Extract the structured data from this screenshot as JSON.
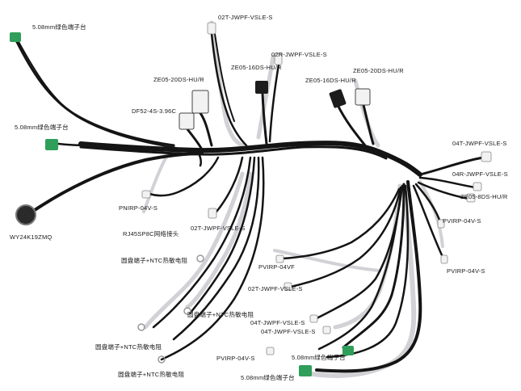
{
  "labels": {
    "tb_508_top": "5.08mm绿色端子台",
    "c_02t_top": "02T-JWPF-VSLE-S",
    "c_02r": "02R-JWPF-VSLE-S",
    "c_ze05_16_left": "ZE05-16DS-HU/R",
    "c_ze05_20_left": "ZE05-20DS-HU/R",
    "c_ze05_20_right": "ZE05-20DS-HU/R",
    "c_ze05_16_right": "ZE05-16DS-HU/R",
    "c_df52": "DF52-4S-3.96C",
    "tb_508_left": "5.08mm绿色端子台",
    "c_04t_right": "04T-JWPF-VSLE-S",
    "c_04r_right": "04R-JWPF-VSLE-S",
    "c_ze05_8": "ZE05-8DS-HU/R",
    "c_pvirp_right_a": "PVIRP-04V-S",
    "c_pvirp_right_b": "PVIRP-04V-S",
    "c_pnirp": "PNIRP-04V-S",
    "c_rj45": "RJ45SP8C网络接头",
    "c_wy": "WY24K19ZMQ",
    "c_02t_mid": "02T-JWPF-VSLE-S",
    "ntc_1": "圆盘端子+NTC热敏电阻",
    "ntc_2": "圆盘端子+NTC热敏电阻",
    "ntc_3": "圆盘端子+NTC热敏电阻",
    "ntc_4": "圆盘端子+NTC热敏电阻",
    "c_pvirp_04vf": "PVIRP-04VF",
    "c_02t_low": "02T-JWPF-VSLE-S",
    "c_04t_low_a": "04T-JWPF-VSLE-S",
    "c_04t_low_b": "04T-JWPF-VSLE-S",
    "c_pvirp_bottom": "PVIRP-04V-S",
    "tb_508_bottom_a": "5.08mm绿色端子台",
    "tb_508_bottom_b": "5.08mm绿色端子台"
  },
  "colors": {
    "wire": "#141414",
    "sleeve": "#c9c9cf",
    "terminal_green": "#2e9e5a",
    "connector_white": "#f2f2f2",
    "connector_black": "#1c1c1c"
  }
}
